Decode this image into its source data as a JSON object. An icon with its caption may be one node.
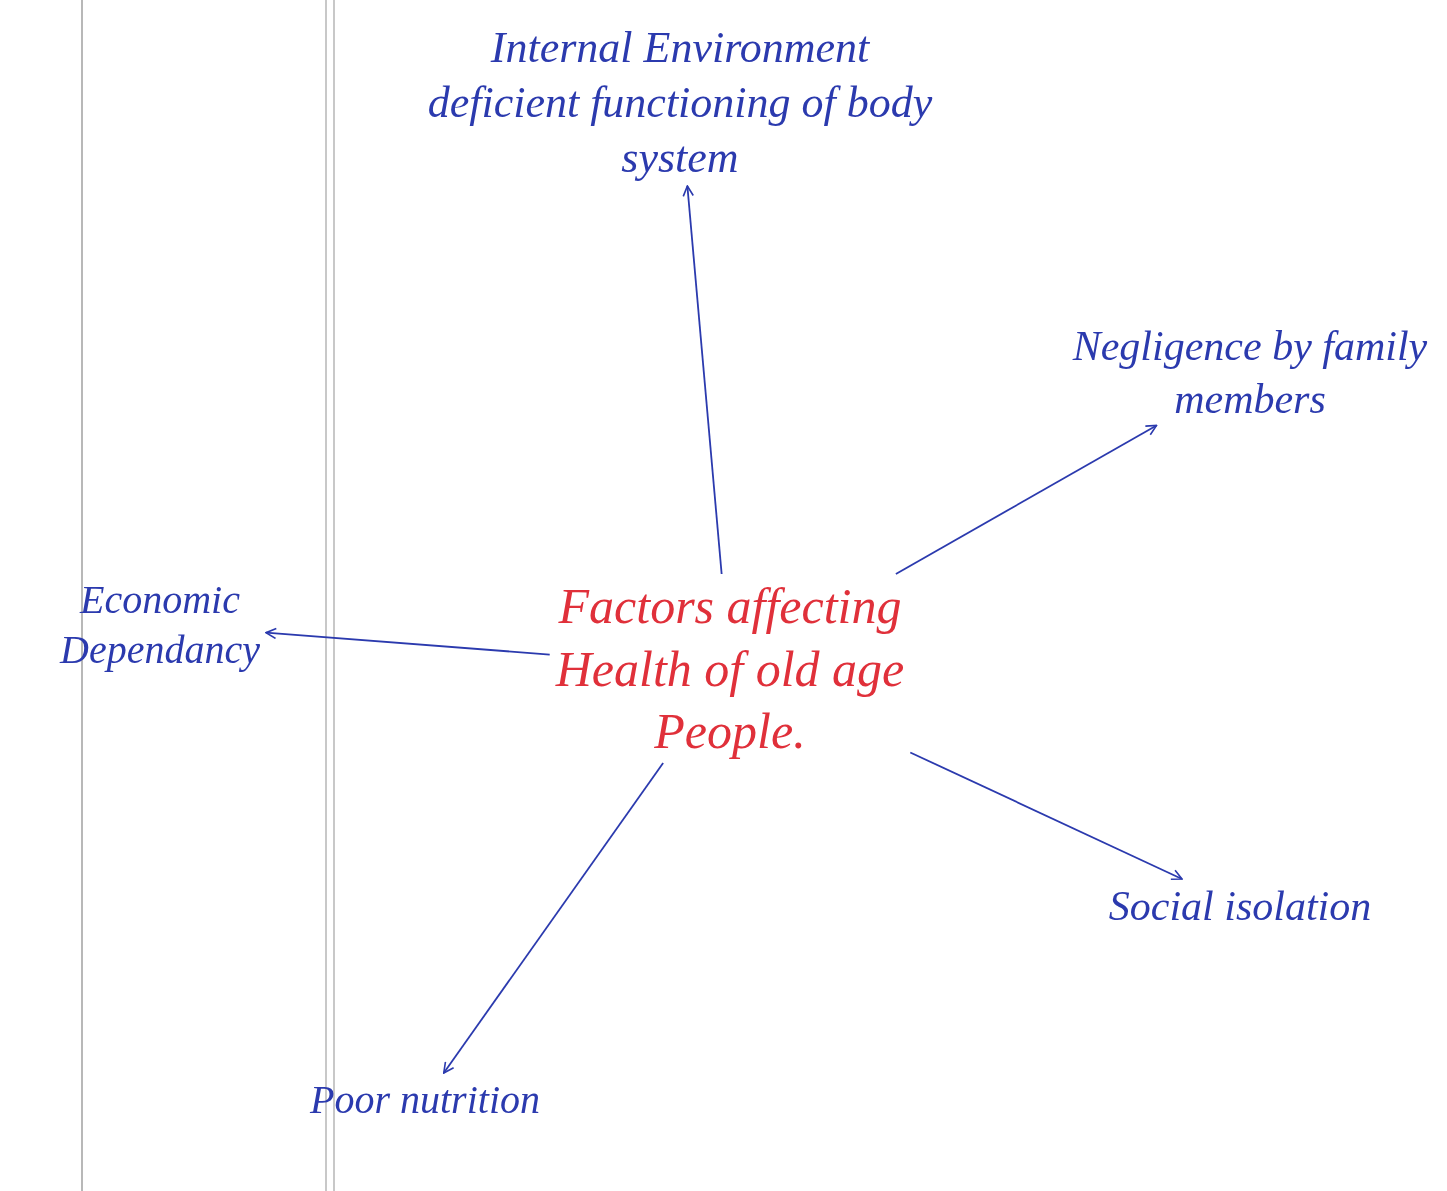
{
  "diagram": {
    "nodes": [
      {
        "text": [
          "Factors affecting Health of old age People."
        ]
      },
      {
        "text": [
          "Internal Environment deficient functioning of body system"
        ]
      },
      {
        "text": [
          "Negligence by family members"
        ]
      },
      {
        "text": [
          "Economic Dependancy"
        ]
      },
      {
        "text": [
          "Social isolation"
        ]
      },
      {
        "text": [
          "Poor nutrition"
        ]
      }
    ],
    "edges": [
      {
        "from": 0,
        "to": 1,
        "arrow": "to"
      },
      {
        "from": 0,
        "to": 2,
        "arrow": "to"
      },
      {
        "from": 0,
        "to": 3,
        "arrow": "to"
      },
      {
        "from": 0,
        "to": 4,
        "arrow": "to"
      },
      {
        "from": 0,
        "to": 5,
        "arrow": "to"
      }
    ]
  }
}
